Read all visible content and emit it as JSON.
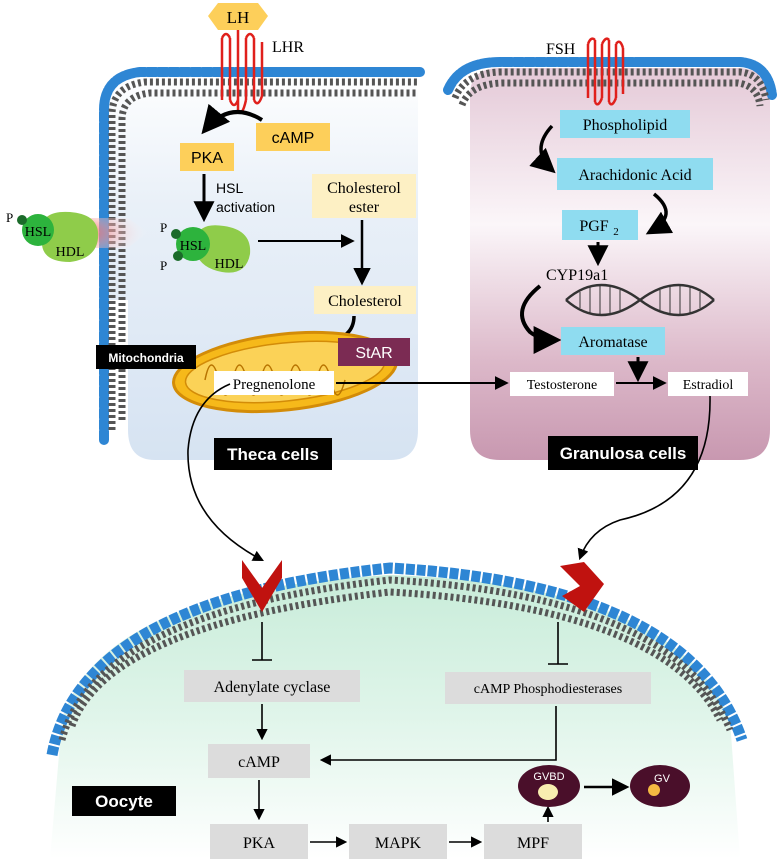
{
  "labels": {
    "lh": "LH",
    "lhr": "LHR",
    "fsh": "FSH",
    "camp_theca": "cAMP",
    "pka_theca": "PKA",
    "hsl_activation_1": "HSL",
    "hsl_activation_2": "activation",
    "p": "P",
    "hsl": "HSL",
    "hdl": "HDL",
    "cholesterol_ester_1": "Cholesterol",
    "cholesterol_ester_2": "ester",
    "cholesterol": "Cholesterol",
    "mitochondria": "Mitochondria",
    "star": "StAR",
    "pregnenolone": "Pregnenolone",
    "theca_cells": "Theca cells",
    "phospholipid": "Phospholipid",
    "arachidonic_acid": "Arachidonic Acid",
    "pgf2": "PGF",
    "pgf2_sub": "2",
    "cyp19a1": "CYP19a1",
    "aromatase": "Aromatase",
    "testosterone": "Testosterone",
    "estradiol": "Estradiol",
    "granulosa_cells": "Granulosa cells",
    "adenylate_cyclase": "Adenylate cyclase",
    "camp_phosphodiesterases": "cAMP Phosphodiesterases",
    "camp_oocyte": "cAMP",
    "oocyte": "Oocyte",
    "pka_oocyte": "PKA",
    "mapk": "MAPK",
    "mpf": "MPF",
    "gvbd": "GVBD",
    "gv": "GV"
  },
  "colors": {
    "membrane_blue": "#2e86d4",
    "receptor_red": "#e0201c",
    "chevron_red": "#c0120f",
    "yellow_box": "#fdcf5a",
    "cream_box": "#fdf0c4",
    "cyan_box": "#8fdcf0",
    "grey_box": "#dcdcdc",
    "mito_orange": "#f6b91a",
    "star_purple": "#7b2b53",
    "hsl_green": "#2db33d",
    "hdl_green": "#8fcc4a",
    "oocyte_dark": "#4a0f2a",
    "label_black": "#000000"
  },
  "icons": [
    "lh-hexagon-icon",
    "receptor-icon",
    "dna-helix-icon",
    "mitochondrion-icon",
    "chevron-receptor-icon"
  ]
}
